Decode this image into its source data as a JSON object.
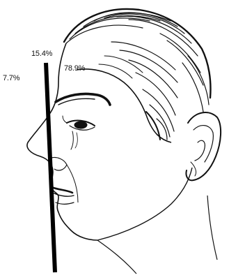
{
  "labels": {
    "left_percent": "7.7%",
    "middle_percent": "15.4%",
    "right_percent": "78.9%"
  },
  "colors": {
    "ink": "#111111",
    "background": "#ffffff"
  }
}
